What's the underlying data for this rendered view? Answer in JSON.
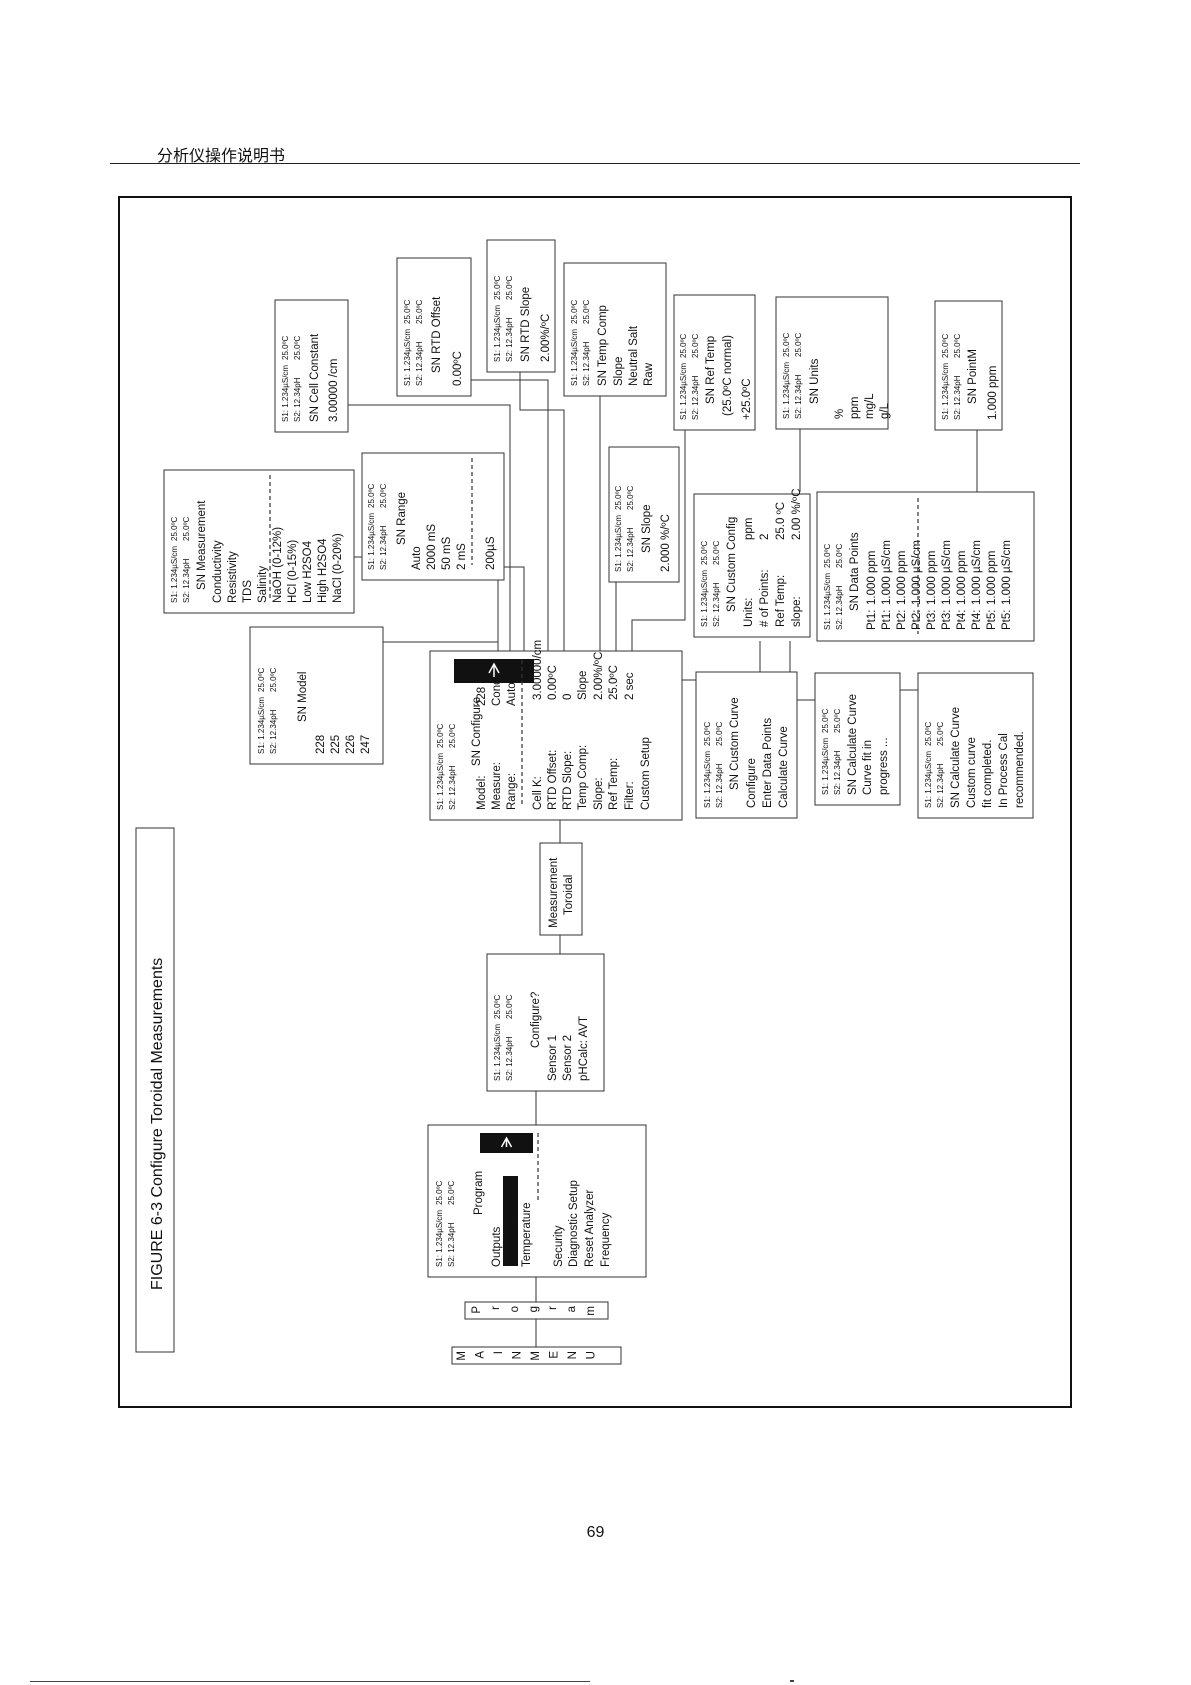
{
  "header": {
    "title": "分析仪操作说明书"
  },
  "figure": {
    "title": "FIGURE 6-3 Configure Toroidal Measurements"
  },
  "page_number": "69",
  "menus": {
    "main_menu": "MAIN MENU",
    "program": "Program"
  },
  "screens": {
    "program": {
      "status": [
        "S1: 1.234µS/cm   25.0ºC",
        "S2: 12.34pH       25.0ºC"
      ],
      "title": "Program",
      "items": [
        "Outputs",
        "Measurement",
        "Temperature",
        "Security",
        "Diagnostic Setup",
        "Reset Analyzer",
        "Frequency"
      ]
    },
    "configure": {
      "status": [
        "S1: 1.234µS/cm   25.0ºC",
        "S2: 12.34pH       25.0ºC"
      ],
      "title": "Configure?",
      "items": [
        "Sensor 1",
        "Sensor 2",
        "pHCalc: AVT"
      ]
    },
    "measurement_toroidal": {
      "line1": "Measurement",
      "line2": "Toroidal"
    },
    "sn_configure": {
      "status": [
        "S1: 1.234µS/cm   25.0ºC",
        "S2: 12.34pH       25.0ºC"
      ],
      "title": "SN Configure",
      "rows": [
        [
          "Model:",
          "228"
        ],
        [
          "Measure:",
          "Cond"
        ],
        [
          "Range:",
          "Auto"
        ],
        [
          "Cell K:",
          "3.00000/cm"
        ],
        [
          "RTD Offset:",
          "0.00ºC"
        ],
        [
          "RTD Slope:",
          "0"
        ],
        [
          "Temp Comp:",
          "Slope"
        ],
        [
          "Slope:",
          "2.00%/ºC"
        ],
        [
          "Ref Temp:",
          "25.0ºC"
        ],
        [
          "Filter:",
          "2 sec"
        ],
        [
          "Custom Setup",
          ""
        ]
      ]
    },
    "sn_model": {
      "status": [
        "S1: 1.234µS/cm   25.0ºC",
        "S2: 12.34pH       25.0ºC"
      ],
      "title": "SN Model",
      "items": [
        "228",
        "225",
        "226",
        "247"
      ]
    },
    "sn_measurement": {
      "status": [
        "S1: 1.234µS/cm   25.0ºC",
        "S2: 12.34pH       25.0ºC"
      ],
      "title": "SN Measurement",
      "items": [
        "Conductivity",
        "Resistivity",
        "TDS",
        "Salinity",
        "NaOH (0-12%)",
        "HCl (0-15%)",
        "Low H2SO4",
        "High H2SO4",
        "NaCl (0-20%)"
      ]
    },
    "sn_range": {
      "status": [
        "S1: 1.234µS/cm   25.0ºC",
        "S2: 12.34pH       25.0ºC"
      ],
      "title": "SN Range",
      "items": [
        "Auto",
        "2000 mS",
        "50 mS",
        "2 mS",
        "200µS"
      ]
    },
    "sn_cell_constant": {
      "status": [
        "S1: 1.234µS/cm   25.0ºC",
        "S2: 12.34pH       25.0ºC"
      ],
      "title": "SN Cell Constant",
      "value": "3.00000 /cm"
    },
    "sn_rtd_offset": {
      "status": [
        "S1: 1.234µS/cm   25.0ºC",
        "S2: 12.34pH       25.0ºC"
      ],
      "title": "SN RTD Offset",
      "value": "0.00ºC"
    },
    "sn_rtd_slope": {
      "status": [
        "S1: 1.234µS/cm   25.0ºC",
        "S2: 12.34pH       25.0ºC"
      ],
      "title": "SN RTD Slope",
      "value": "2.00%/ºC"
    },
    "sn_temp_comp": {
      "status": [
        "S1: 1.234µS/cm   25.0ºC",
        "S2: 12.34pH       25.0ºC"
      ],
      "title": "SN Temp Comp",
      "items": [
        "Slope",
        "Neutral Salt",
        "Raw"
      ]
    },
    "sn_slope": {
      "status": [
        "S1: 1.234µS/cm   25.0ºC",
        "S2: 12.34pH       25.0ºC"
      ],
      "title": "SN Slope",
      "value": "2.000 %/ºC"
    },
    "sn_ref_temp": {
      "status": [
        "S1: 1.234µS/cm   25.0ºC",
        "S2: 12.34pH       25.0ºC"
      ],
      "title": "SN Ref Temp",
      "note": "(25.0ºC normal)",
      "value": "+25.0ºC"
    },
    "sn_units": {
      "status": [
        "S1: 1.234µS/cm   25.0ºC",
        "S2: 12.34pH       25.0ºC"
      ],
      "title": "SN Units",
      "items": [
        "%",
        "ppm",
        "mg/L",
        "g/L"
      ]
    },
    "sn_custom_config": {
      "status": [
        "S1: 1.234µS/cm   25.0ºC",
        "S2: 12.34pH       25.0ºC"
      ],
      "title": "SN Custom Config",
      "rows": [
        [
          "Units:",
          "ppm"
        ],
        [
          "# of Points:",
          "2"
        ],
        [
          "Ref Temp:",
          "25.0 ºC"
        ],
        [
          "slope:",
          "2.00 %/ºC"
        ]
      ]
    },
    "sn_pointm": {
      "status": [
        "S1: 1.234µS/cm   25.0ºC",
        "S2: 12.34pH       25.0ºC"
      ],
      "title": "SN  PointM",
      "value": "1.000  ppm"
    },
    "sn_data_points": {
      "status": [
        "S1: 1.234µS/cm   25.0ºC",
        "S2: 12.34pH       25.0ºC"
      ],
      "title": "SN Data Points",
      "rows": [
        [
          "Pt1:",
          "1.000  ppm"
        ],
        [
          "Pt1:",
          "1.000  µS/cm"
        ],
        [
          "Pt2:",
          "1.000       ppm"
        ],
        [
          "Pt2:",
          "1.000  µS/cm"
        ],
        [
          "Pt3:",
          "1.000       ppm"
        ],
        [
          "Pt3:",
          "1.000  µS/cm"
        ],
        [
          "Pt4:",
          "1.000       ppm"
        ],
        [
          "Pt4:",
          "1.000  µS/cm"
        ],
        [
          "Pt5:",
          "1.000       ppm"
        ],
        [
          "Pt5:",
          "1.000  µS/cm"
        ]
      ]
    },
    "sn_custom_curve": {
      "status": [
        "S1: 1.234µS/cm   25.0ºC",
        "S2: 12.34pH       25.0ºC"
      ],
      "title": "SN Custom Curve",
      "items": [
        "Configure",
        "Enter Data Points",
        "Calculate Curve"
      ]
    },
    "sn_calculate_curve": {
      "status": [
        "S1: 1.234µS/cm   25.0ºC",
        "S2: 12.34pH       25.0ºC"
      ],
      "title": "SN Calculate Curve",
      "items": [
        "Curve fit in",
        "progress ..."
      ]
    },
    "sn_calculate_curve_done": {
      "status": [
        "S1: 1.234µS/cm   25.0ºC",
        "S2: 12.34pH       25.0ºC"
      ],
      "title": "SN Calculate Curve",
      "items": [
        "Custom curve",
        "fit completed.",
        "In Process Cal",
        "recommended."
      ]
    }
  }
}
